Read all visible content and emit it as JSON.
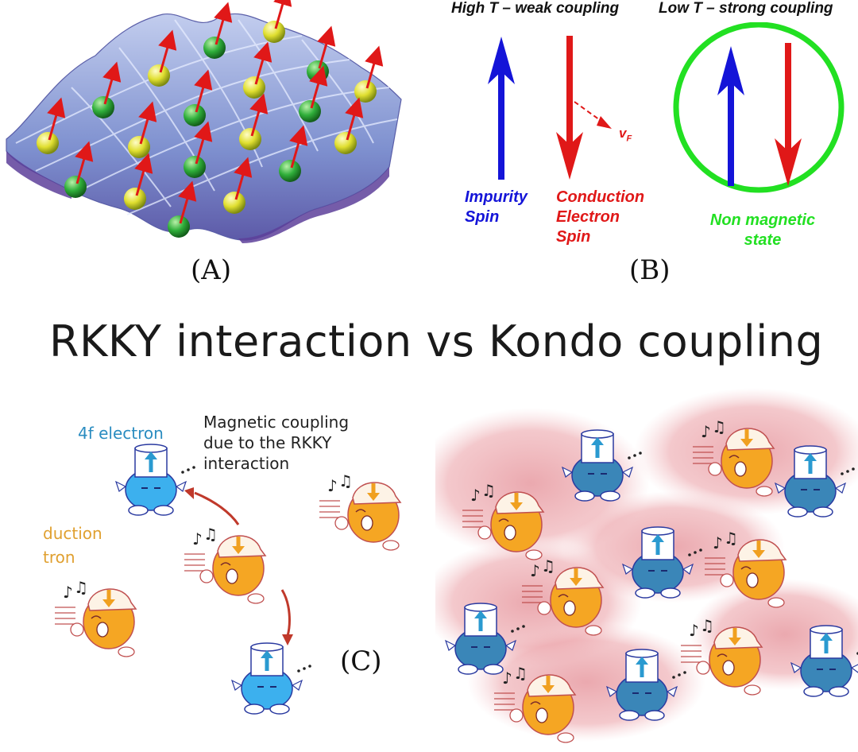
{
  "panels": {
    "a_label": "(A)",
    "b_label": "(B)",
    "c_label": "(C)"
  },
  "panel_b": {
    "high_t": "High T – weak coupling",
    "low_t": "Low T – strong coupling",
    "impurity": [
      "Impurity",
      "Spin"
    ],
    "conduction": [
      "Conduction",
      "Electron",
      "Spin"
    ],
    "vf_base": "v",
    "vf_sub": "F",
    "non_magnetic": [
      "Non magnetic",
      "state"
    ]
  },
  "title": "RKKY interaction vs Kondo coupling",
  "panel_c": {
    "f_electron": "4f electron",
    "magnetic": [
      "Magnetic coupling",
      "due to the RKKY",
      "interaction"
    ],
    "conduction": [
      "duction",
      "tron"
    ]
  },
  "colors": {
    "blue": "#1414d8",
    "red": "#e01818",
    "green": "#22e022",
    "teal_label": "#2a8cc0",
    "orange_label": "#e0a030",
    "lattice_surface": "#8aa0d8",
    "pink_cloud": "#e89aa0"
  }
}
